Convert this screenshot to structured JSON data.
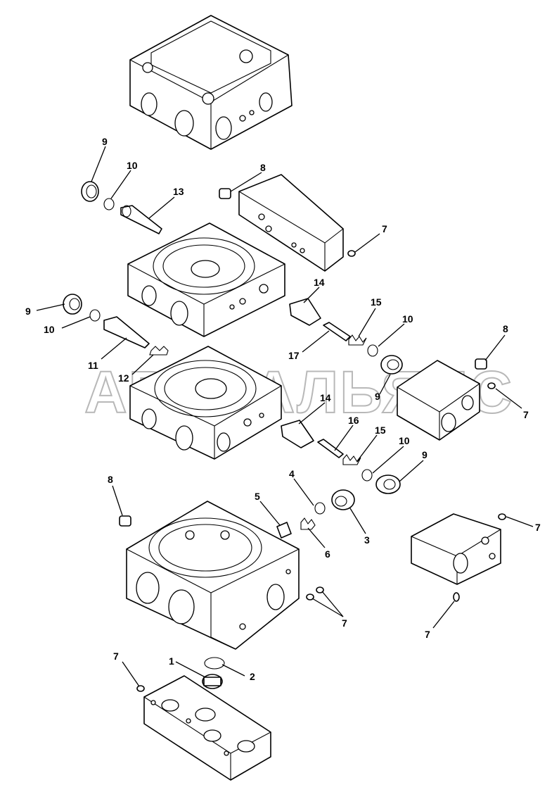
{
  "watermark": "АВТОАЛЬЯНС",
  "callouts": {
    "c9a": "9",
    "c10a": "10",
    "c13": "13",
    "c8a": "8",
    "c7a": "7",
    "c9b": "9",
    "c10b": "10",
    "c14a": "14",
    "c15a": "15",
    "c10c": "10",
    "c17": "17",
    "c11": "11",
    "c12": "12",
    "c8b": "8",
    "c7b": "7",
    "c9c": "9",
    "c14b": "14",
    "c16": "16",
    "c15b": "15",
    "c10d": "10",
    "c9d": "9",
    "c8c": "8",
    "c4": "4",
    "c5": "5",
    "c6": "6",
    "c3": "3",
    "c7c": "7",
    "c7d": "7",
    "c7e": "7",
    "c1": "1",
    "c2": "2",
    "c7f": "7"
  }
}
